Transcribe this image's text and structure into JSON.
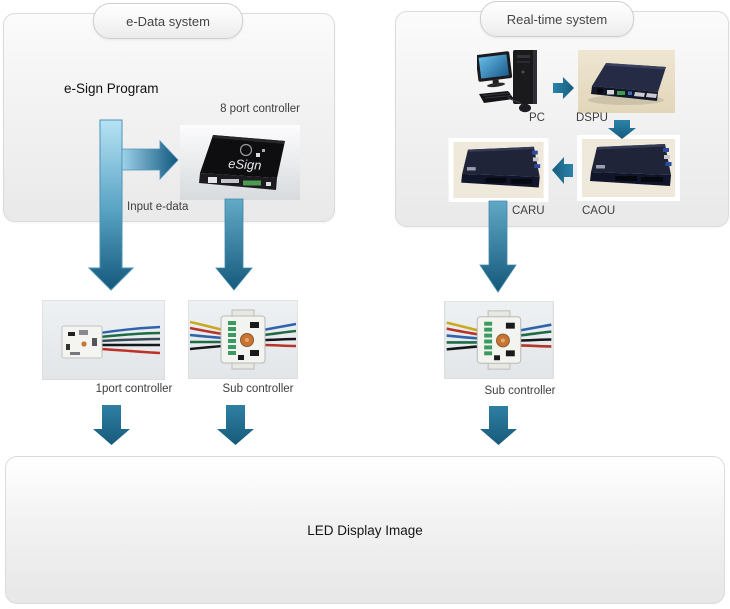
{
  "edata": {
    "title": "e-Data system",
    "program_label": "e-Sign Program",
    "controller8_label": "8 port controller",
    "input_label": "Input e-data",
    "esign_logo": "eSign"
  },
  "realtime": {
    "title": "Real-time system",
    "pc_label": "PC",
    "dspu_label": "DSPU",
    "caru_label": "CARU",
    "caou_label": "CAOU"
  },
  "controllers": {
    "oneport_label": "1port controller",
    "sub_left_label": "Sub controller",
    "sub_right_label": "Sub controller"
  },
  "led": {
    "label": "LED Display Image"
  },
  "colors": {
    "arrow_light": "#ABDCF1",
    "arrow_dark": "#14587A",
    "arrow_solid": "#1E6F96",
    "panel_border": "#DBDBDB"
  }
}
